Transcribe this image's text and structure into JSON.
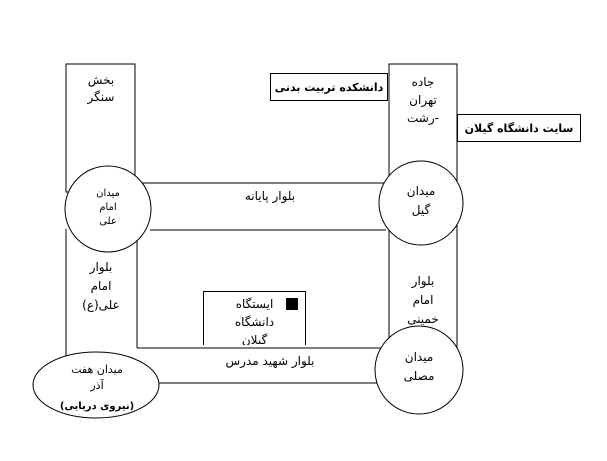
{
  "map": {
    "colors": {
      "ink": "#000000",
      "paper": "#ffffff"
    },
    "boxes": {
      "tarbiat_badani": "دانشکده تربیت بدنی",
      "guilan_site": "سایت دانشگاه گیلان"
    },
    "roads": {
      "jadeh_tehran_rasht": "جاده\nتهران\n-رشت",
      "bakhsh_sangar": "بخش\nسنگر",
      "bolvar_payaneh": "بلوار پایانه",
      "bolvar_imam_ali": "بلوار\nامام\nعلی(ع)",
      "bolvar_imam_khomeini": "بلوار\nامام\nخمینی",
      "bolvar_shahid_modarres": "بلوار شهید مدرس"
    },
    "squares": {
      "imam_ali": "میدان\nامام\nعلی",
      "gil": "میدان\nگیل",
      "hafte_tir": "میدان هفت\nآذر",
      "niroo_daryaei": "(نیروی دریایی)",
      "mosalla": "میدان\nمصلی"
    },
    "station": {
      "label": "ایستگاه\nدانشگاه\nگیلان"
    }
  }
}
